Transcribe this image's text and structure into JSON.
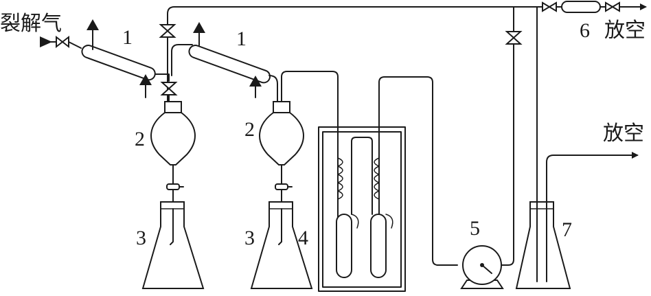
{
  "labels": {
    "inlet_gas": "裂解气",
    "vent_top": "放空",
    "vent_right": "放空"
  },
  "numbers": {
    "condenser_left": "1",
    "condenser_right": "1",
    "funnel_left": "2",
    "funnel_right": "2",
    "flask_left": "3",
    "flask_right": "3",
    "cold_bath": "4",
    "pump": "5",
    "dryer": "6",
    "collector_flask": "7"
  }
}
